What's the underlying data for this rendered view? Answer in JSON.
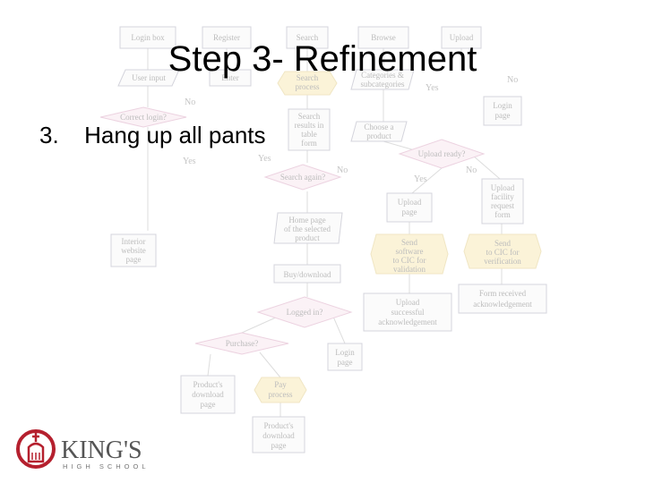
{
  "slide": {
    "title": "Step 3- Refinement",
    "bullet_number": "3.",
    "bullet_text": "Hang up all pants"
  },
  "flowchart": {
    "nodes": {
      "login_box": "Login box",
      "register": "Register",
      "search": "Search",
      "browse": "Browse",
      "upload": "Upload",
      "user_input": "User input",
      "enter": "Enter",
      "search_process": [
        "Search",
        "process"
      ],
      "categories": [
        "Categories &",
        "subcategories"
      ],
      "correct_login": "Correct login?",
      "search_results": [
        "Search",
        "results in",
        "table",
        "form"
      ],
      "choose_product": [
        "Choose a",
        "product"
      ],
      "login_page_right": [
        "Login",
        "page"
      ],
      "upload_ready": "Upload ready?",
      "search_again": "Search again?",
      "upload_page": [
        "Upload",
        "page"
      ],
      "upload_facility": [
        "Upload",
        "facility",
        "request",
        "form"
      ],
      "home_page": [
        "Home page",
        "of the selected",
        "product"
      ],
      "interior_website": [
        "Interior",
        "website",
        "page"
      ],
      "send_software": [
        "Send",
        "software",
        "to CIC for",
        "validation"
      ],
      "send_cic": [
        "Send",
        "to CIC for",
        "verification"
      ],
      "buy_download": "Buy/download",
      "form_received": [
        "Form received",
        "acknowledgement"
      ],
      "logged_in": "Logged in?",
      "upload_success": [
        "Upload",
        "successful",
        "acknowledgement"
      ],
      "purchase": "Purchase?",
      "login_page_bottom": [
        "Login",
        "page"
      ],
      "products_dl_left": [
        "Product's",
        "download",
        "page"
      ],
      "pay_process": [
        "Pay",
        "process"
      ],
      "products_dl_bottom": [
        "Product's",
        "download",
        "page"
      ]
    },
    "labels": {
      "no_1": "No",
      "yes_1": "Yes",
      "no_2": "No",
      "yes_2": "Yes",
      "yes_3": "Yes",
      "no_3": "No",
      "yes_4": "Yes",
      "no_4": "No"
    }
  },
  "logo": {
    "name": "KING'S",
    "subtitle": "HIGH SCHOOL",
    "accent_color": "#b5202e"
  }
}
